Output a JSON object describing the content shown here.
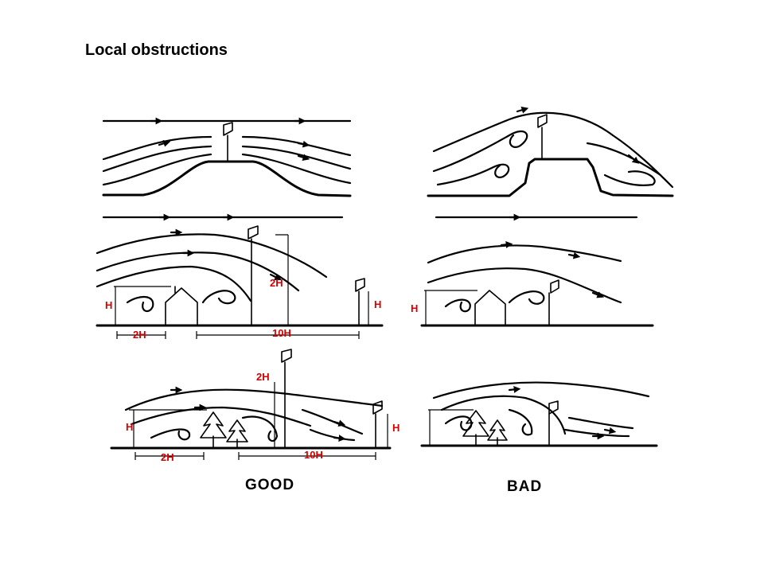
{
  "slide": {
    "title": "Local obstructions"
  },
  "labels": {
    "h": "H",
    "two_h": "2H",
    "ten_h": "10H",
    "good": "GOOD",
    "bad": "BAD"
  },
  "colors": {
    "dimension_label": "#d40000",
    "line": "#000000",
    "background": "#ffffff"
  }
}
